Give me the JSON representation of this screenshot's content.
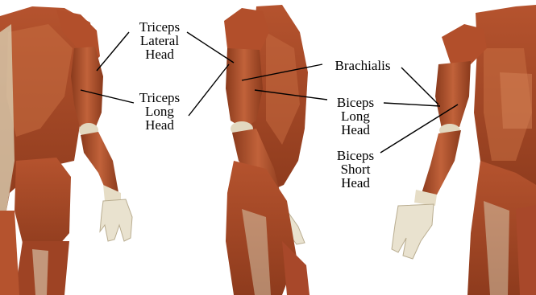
{
  "labels": {
    "triceps_lateral_head": {
      "line1": "Triceps",
      "line2": "Lateral",
      "line3": "Head"
    },
    "triceps_long_head": {
      "line1": "Triceps",
      "line2": "Long",
      "line3": "Head"
    },
    "brachialis": {
      "line1": "Brachialis"
    },
    "biceps_long_head": {
      "line1": "Biceps",
      "line2": "Long",
      "line3": "Head"
    },
    "biceps_short_head": {
      "line1": "Biceps",
      "line2": "Short",
      "line3": "Head"
    }
  },
  "colors": {
    "muscle": "#b5532e",
    "muscle_dark": "#7e3418",
    "muscle_light": "#cf7a4f",
    "tendon": "#e6ddc6",
    "bone": "#efe9d8",
    "leader_line": "#000000"
  }
}
